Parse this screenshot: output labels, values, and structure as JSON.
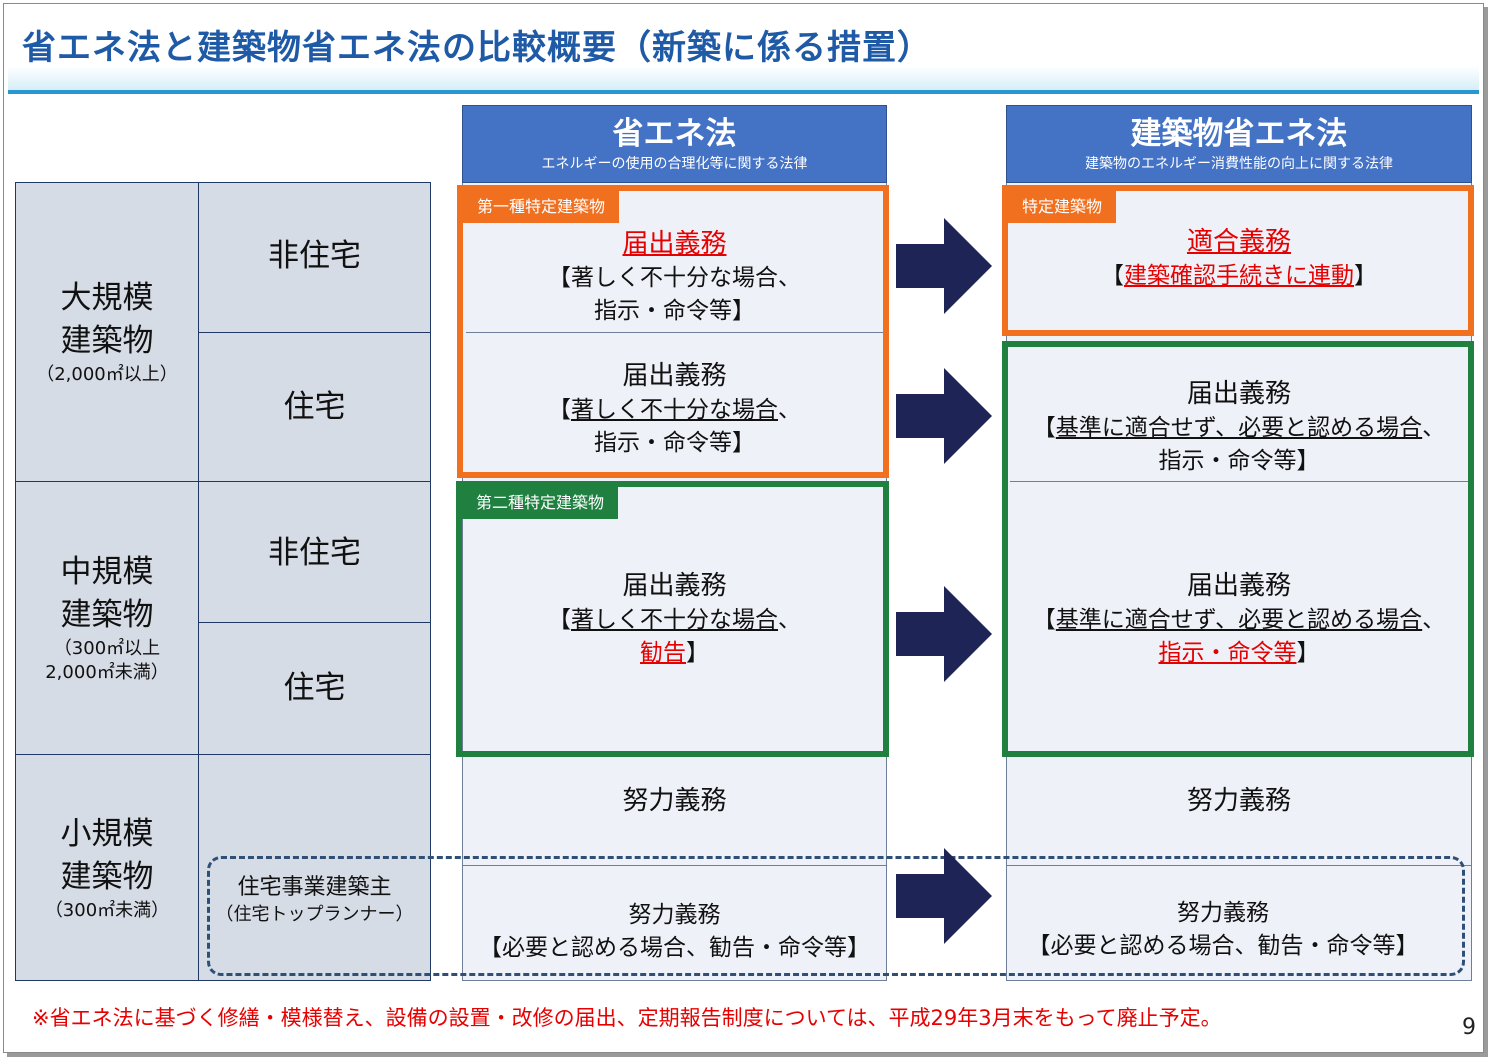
{
  "title": "省エネ法と建築物省エネ法の比較概要（新築に係る措置）",
  "page_number": "9",
  "footnote": "※省エネ法に基づく修繕・模様替え、設備の設置・改修の届出、定期報告制度については、平成29年3月末をもって廃止予定。",
  "left_table": {
    "large": {
      "label1": "大規模",
      "label2": "建築物",
      "sub": "（2,000㎡以上）",
      "nonres": "非住宅",
      "res": "住宅"
    },
    "medium": {
      "label1": "中規模",
      "label2": "建築物",
      "sub1": "（300㎡以上",
      "sub2": "2,000㎡未満）",
      "nonres": "非住宅",
      "res": "住宅"
    },
    "small": {
      "label1": "小規模",
      "label2": "建築物",
      "sub": "（300㎡未満）",
      "builder1": "住宅事業建築主",
      "builder2": "（住宅トップランナー）"
    }
  },
  "col_energy": {
    "title": "省エネ法",
    "subtitle": "エネルギーの使用の合理化等に関する法律",
    "tag1": "第一種特定建築物",
    "tag2": "第二種特定建築物",
    "large_nonres": {
      "duty": "届出義務",
      "l2": "【著しく不十分な場合、",
      "l3": "指示・命令等】"
    },
    "large_res": {
      "duty": "届出義務",
      "l2a": "【",
      "l2b": "著しく不十分な場合",
      "l2c": "、",
      "l3": "指示・命令等】"
    },
    "medium": {
      "duty": "届出義務",
      "l2a": "【",
      "l2b": "著しく不十分な場合",
      "l2c": "、",
      "l3a": "勧告",
      "l3b": "】"
    },
    "small": {
      "duty": "努力義務"
    },
    "builder": {
      "duty": "努力義務",
      "l2": "【必要と認める場合、勧告・命令等】"
    }
  },
  "col_building": {
    "title": "建築物省エネ法",
    "subtitle": "建築物のエネルギー消費性能の向上に関する法律",
    "tag1": "特定建築物",
    "large_nonres": {
      "duty": "適合義務",
      "l2a": "【",
      "l2b": "建築確認手続きに連動",
      "l2c": "】"
    },
    "large_res": {
      "duty": "届出義務",
      "l2a": "【",
      "l2b": "基準に適合せず、必要と認める場合",
      "l2c": "、",
      "l3": "指示・命令等】"
    },
    "medium": {
      "duty": "届出義務",
      "l2a": "【",
      "l2b": "基準に適合せず、必要と認める場合",
      "l2c": "、",
      "l3a": "指示・命令等",
      "l3b": "】"
    },
    "small": {
      "duty": "努力義務"
    },
    "builder": {
      "duty": "努力義務",
      "l2": "【必要と認める場合、勧告・命令等】"
    }
  },
  "colors": {
    "title": "#1f5aa6",
    "header": "#4472c4",
    "orange": "#f07020",
    "green": "#1f8040",
    "arrow": "#1f2456",
    "emphasis": "#e60000"
  }
}
